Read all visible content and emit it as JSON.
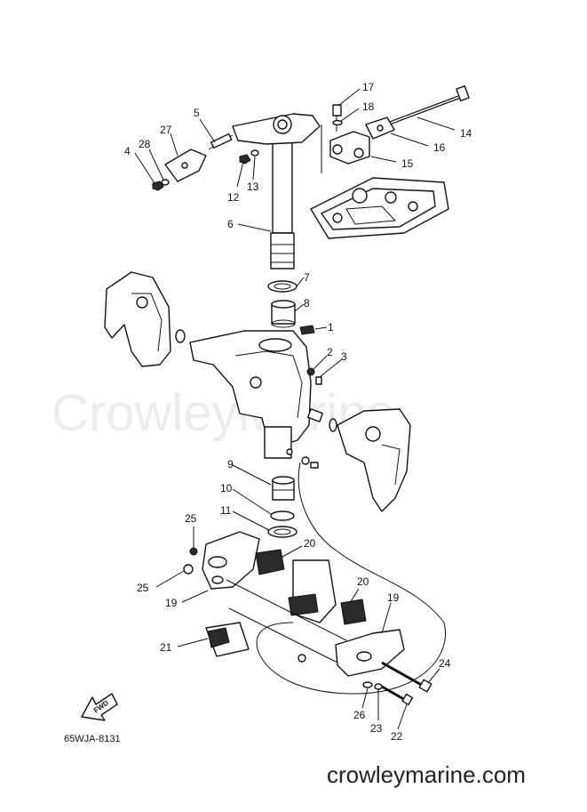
{
  "watermark": "CrowleyMarine",
  "diagram_code": "65WJA-8131",
  "website": "crowleymarine.com",
  "fwd_label": "FWD",
  "callouts": [
    {
      "num": "1"
    },
    {
      "num": "2"
    },
    {
      "num": "3"
    },
    {
      "num": "4"
    },
    {
      "num": "5"
    },
    {
      "num": "6"
    },
    {
      "num": "7"
    },
    {
      "num": "8"
    },
    {
      "num": "9"
    },
    {
      "num": "10"
    },
    {
      "num": "11"
    },
    {
      "num": "12"
    },
    {
      "num": "13"
    },
    {
      "num": "14"
    },
    {
      "num": "15"
    },
    {
      "num": "16"
    },
    {
      "num": "17"
    },
    {
      "num": "18"
    },
    {
      "num": "19"
    },
    {
      "num": "19"
    },
    {
      "num": "20"
    },
    {
      "num": "20"
    },
    {
      "num": "21"
    },
    {
      "num": "22"
    },
    {
      "num": "23"
    },
    {
      "num": "24"
    },
    {
      "num": "25"
    },
    {
      "num": "25"
    },
    {
      "num": "26"
    },
    {
      "num": "27"
    },
    {
      "num": "28"
    }
  ]
}
